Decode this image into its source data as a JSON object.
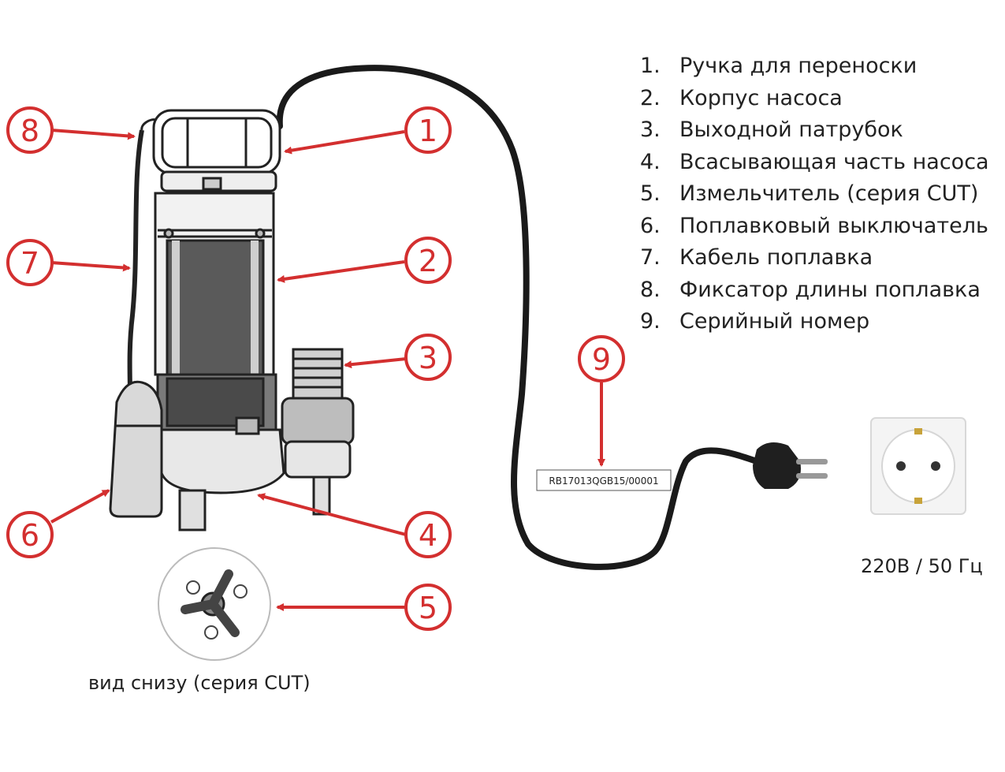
{
  "legend": {
    "items": [
      {
        "num": "1.",
        "text": "Ручка для переноски"
      },
      {
        "num": "2.",
        "text": "Корпус насоса"
      },
      {
        "num": "3.",
        "text": "Выходной патрубок"
      },
      {
        "num": "4.",
        "text": "Всасывающая часть насоса"
      },
      {
        "num": "5.",
        "text": "Измельчитель (серия CUT)"
      },
      {
        "num": "6.",
        "text": "Поплавковый выключатель"
      },
      {
        "num": "7.",
        "text": "Кабель поплавка"
      },
      {
        "num": "8.",
        "text": "Фиксатор длины поплавка"
      },
      {
        "num": "9.",
        "text": "Серийный номер"
      }
    ]
  },
  "callouts": {
    "c1": "1",
    "c2": "2",
    "c3": "3",
    "c4": "4",
    "c5": "5",
    "c6": "6",
    "c7": "7",
    "c8": "8",
    "c9": "9"
  },
  "serial_label": "RB17013QGB15/00001",
  "bottom_view_caption": "вид снизу (серия CUT)",
  "power_caption": "220В / 50 Гц",
  "colors": {
    "callout_red": "#d32f2f",
    "line_dark": "#1a1a1a"
  }
}
